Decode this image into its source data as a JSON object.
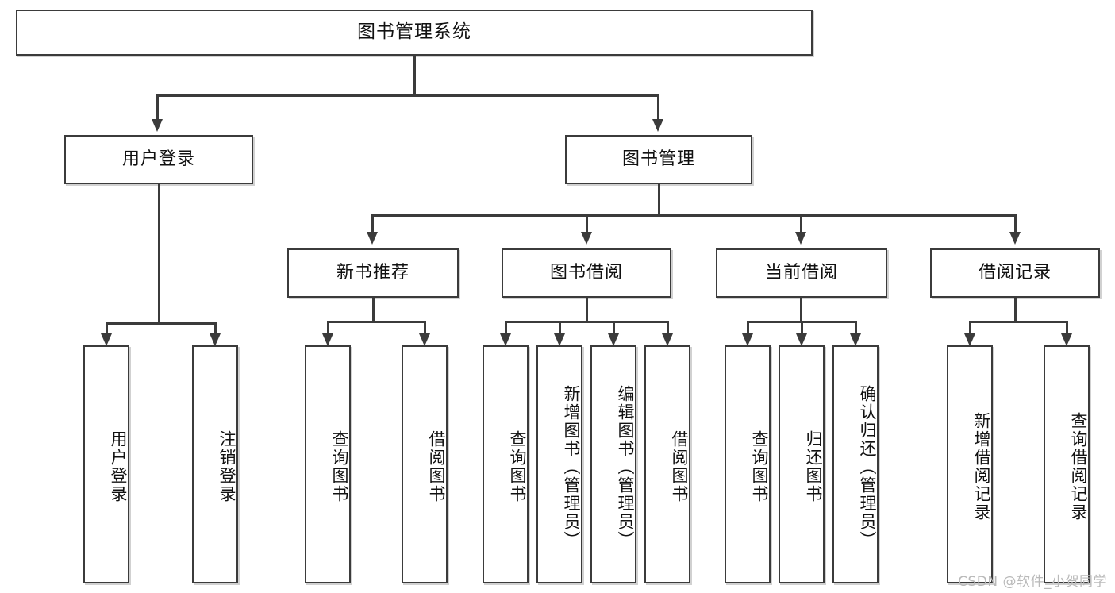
{
  "diagram": {
    "type": "tree",
    "title": "图书管理系统",
    "root": {
      "label": "图书管理系统"
    },
    "level2": [
      {
        "label": "用户登录"
      },
      {
        "label": "图书管理"
      }
    ],
    "level3": [
      {
        "label": "新书推荐"
      },
      {
        "label": "图书借阅"
      },
      {
        "label": "当前借阅"
      },
      {
        "label": "借阅记录"
      }
    ],
    "leaves": {
      "user_login": [
        {
          "label": "用户登录"
        },
        {
          "label": "注销登录"
        }
      ],
      "new_book_recommend": [
        {
          "label": "查询图书"
        },
        {
          "label": "借阅图书"
        }
      ],
      "book_borrow": [
        {
          "label": "查询图书"
        },
        {
          "label": "新增图书（管理员）"
        },
        {
          "label": "编辑图书（管理员）"
        },
        {
          "label": "借阅图书"
        }
      ],
      "current_borrow": [
        {
          "label": "查询图书"
        },
        {
          "label": "归还图书"
        },
        {
          "label": "确认归还（管理员）"
        }
      ],
      "borrow_record": [
        {
          "label": "新增借阅记录"
        },
        {
          "label": "查询借阅记录"
        }
      ]
    }
  },
  "watermark": {
    "text": "CSDN @软件_小贺同学"
  },
  "colors": {
    "stroke": "#3b3b3b",
    "background": "#ffffff",
    "text": "#111111",
    "watermark": "#b9b9b9"
  }
}
